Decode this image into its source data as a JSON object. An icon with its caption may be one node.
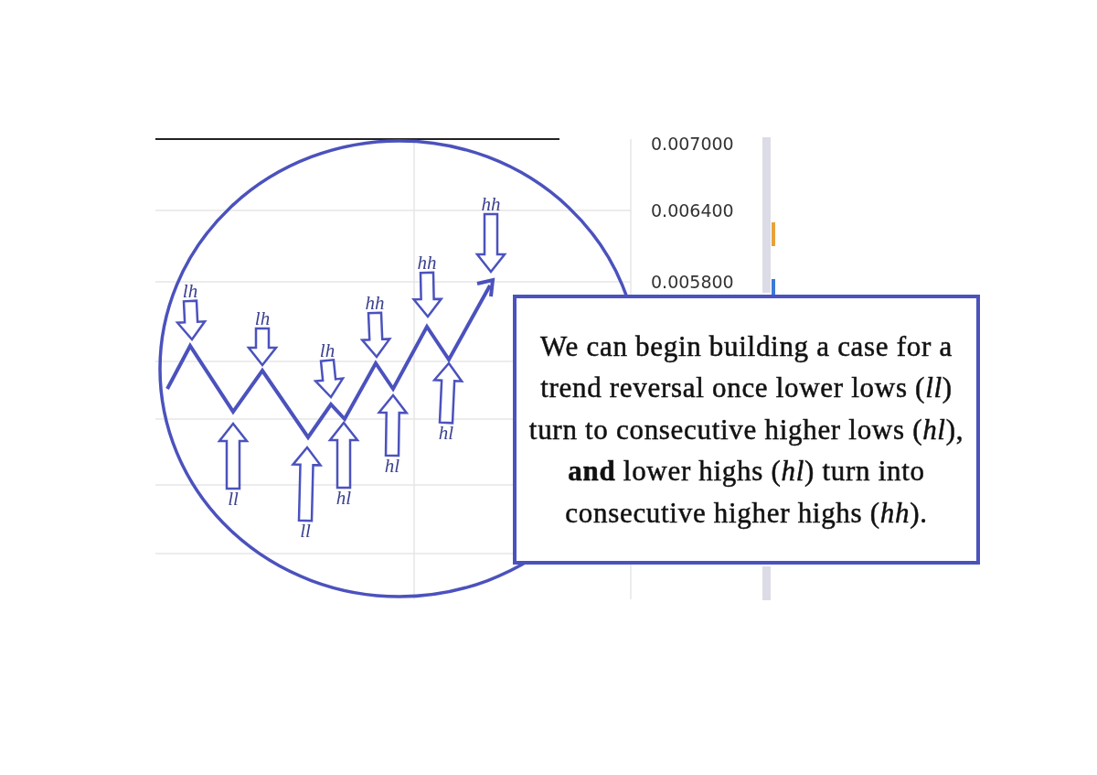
{
  "diagram": {
    "nodes": [
      {
        "text": [
          "We can begin building a case for a trend reversal once lower lows (*ll*) turn to consecutive higher lows (*hl*), **and** lower highs (*hl*) turn into consecutive higher highs (*hh*)."
        ]
      },
      {
        "text": [
          "lh"
        ]
      },
      {
        "text": [
          "ll"
        ]
      },
      {
        "text": [
          "lh"
        ]
      },
      {
        "text": [
          "ll"
        ]
      },
      {
        "text": [
          "lh"
        ]
      },
      {
        "text": [
          "hl"
        ]
      },
      {
        "text": [
          "hh"
        ]
      },
      {
        "text": [
          "hl"
        ]
      },
      {
        "text": [
          "hh"
        ]
      },
      {
        "text": [
          "hl"
        ]
      },
      {
        "text": [
          "hh"
        ]
      }
    ],
    "edges": [
      {
        "from": 1,
        "to": null,
        "arrow": "to"
      },
      {
        "from": 2,
        "to": null,
        "arrow": "to"
      },
      {
        "from": 3,
        "to": null,
        "arrow": "to"
      },
      {
        "from": 4,
        "to": null,
        "arrow": "to"
      },
      {
        "from": 5,
        "to": null,
        "arrow": "to"
      },
      {
        "from": 6,
        "to": null,
        "arrow": "to"
      },
      {
        "from": 7,
        "to": null,
        "arrow": "to"
      },
      {
        "from": 8,
        "to": null,
        "arrow": "to"
      },
      {
        "from": 9,
        "to": null,
        "arrow": "to"
      },
      {
        "from": 10,
        "to": null,
        "arrow": "to"
      },
      {
        "from": 11,
        "to": null,
        "arrow": "to"
      }
    ],
    "labels": [
      "0.007000",
      "0.006400",
      "0.005800"
    ]
  }
}
